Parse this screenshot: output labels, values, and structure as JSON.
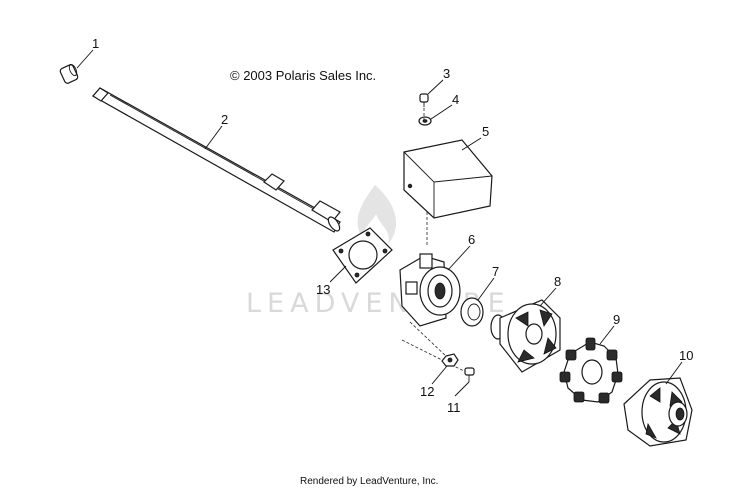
{
  "copyright": "© 2003 Polaris Sales Inc.",
  "footer": "Rendered by LeadVenture, Inc.",
  "watermark": "LEADVENTURE",
  "callouts": [
    {
      "id": "1",
      "text": "1"
    },
    {
      "id": "2",
      "text": "2"
    },
    {
      "id": "3",
      "text": "3"
    },
    {
      "id": "4",
      "text": "4"
    },
    {
      "id": "5",
      "text": "5"
    },
    {
      "id": "6",
      "text": "6"
    },
    {
      "id": "7",
      "text": "7"
    },
    {
      "id": "8",
      "text": "8"
    },
    {
      "id": "9",
      "text": "9"
    },
    {
      "id": "10",
      "text": "10"
    },
    {
      "id": "11",
      "text": "11"
    },
    {
      "id": "12",
      "text": "12"
    },
    {
      "id": "13",
      "text": "13"
    }
  ]
}
